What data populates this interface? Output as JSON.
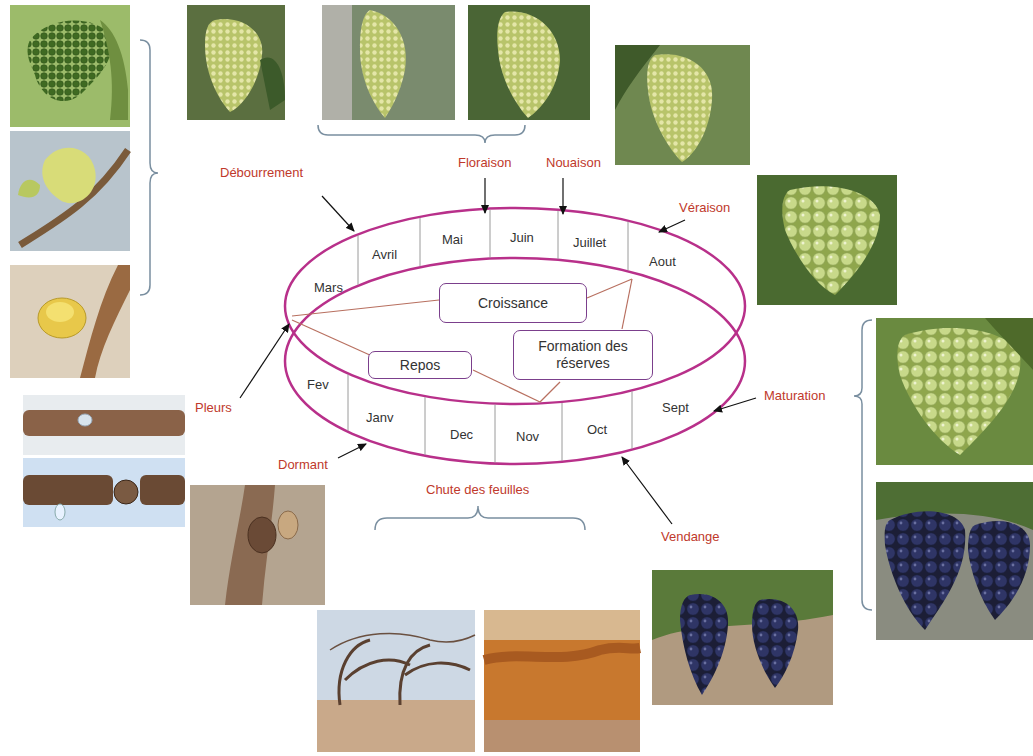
{
  "diagram": {
    "nodes": [
      {
        "text": [
          "Mars"
        ]
      },
      {
        "text": [
          "Avril"
        ]
      },
      {
        "text": [
          "Mai"
        ]
      },
      {
        "text": [
          "Juin"
        ]
      },
      {
        "text": [
          "Juillet"
        ]
      },
      {
        "text": [
          "Aout"
        ]
      },
      {
        "text": [
          "Croissance"
        ]
      },
      {
        "text": [
          "Repos"
        ]
      },
      {
        "text": [
          "Formation des réserves"
        ]
      },
      {
        "text": [
          "Fev"
        ]
      },
      {
        "text": [
          "Janv"
        ]
      },
      {
        "text": [
          "Dec"
        ]
      },
      {
        "text": [
          "Nov"
        ]
      },
      {
        "text": [
          "Oct"
        ]
      },
      {
        "text": [
          "Sept"
        ]
      }
    ],
    "labels": [
      "Débourrement",
      "Floraison",
      "Nouaison",
      "Véraison",
      "Pleurs",
      "Maturation",
      "Dormant",
      "Chute des feuilles",
      "Vendange"
    ]
  }
}
